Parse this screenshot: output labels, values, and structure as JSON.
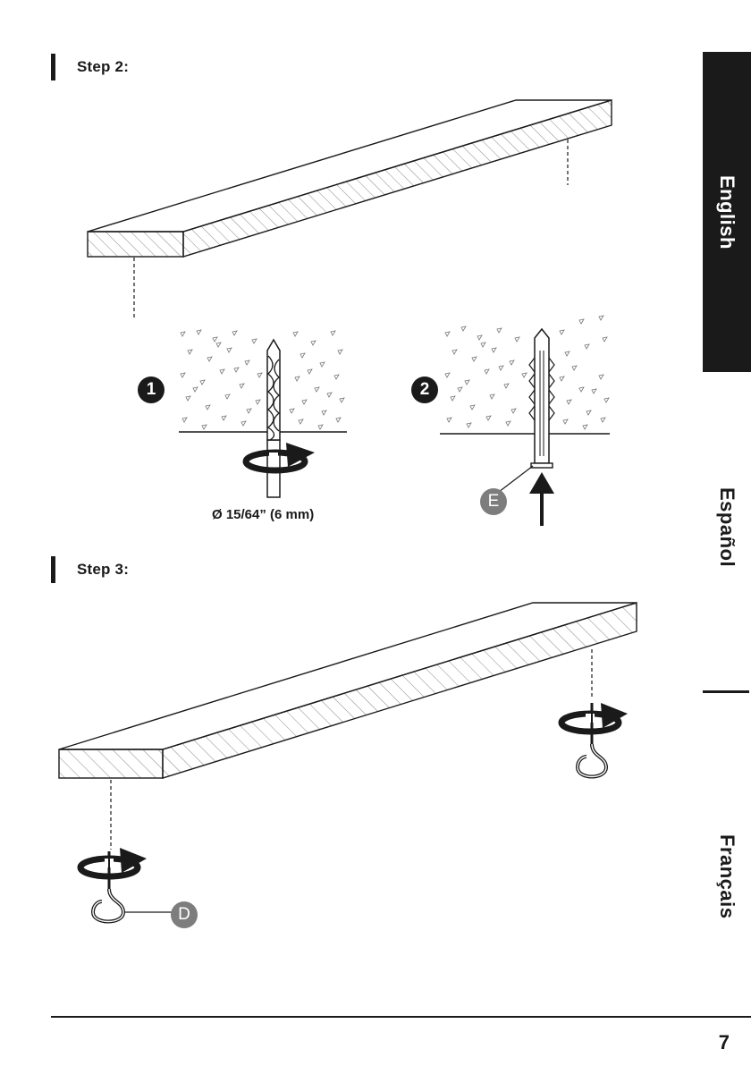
{
  "steps": {
    "step2": "Step 2:",
    "step3": "Step 3:"
  },
  "language_tabs": {
    "english": "English",
    "spanish": "Español",
    "french": "Français"
  },
  "callouts": {
    "sub_step_1": "1",
    "sub_step_2": "2",
    "part_e": "E",
    "part_d": "D"
  },
  "drill_label": "Ø 15/64” (6 mm)",
  "page_number": "7",
  "colors": {
    "ink": "#1a1a1a",
    "callout_gray": "#7d7d7d",
    "paper": "#ffffff"
  }
}
